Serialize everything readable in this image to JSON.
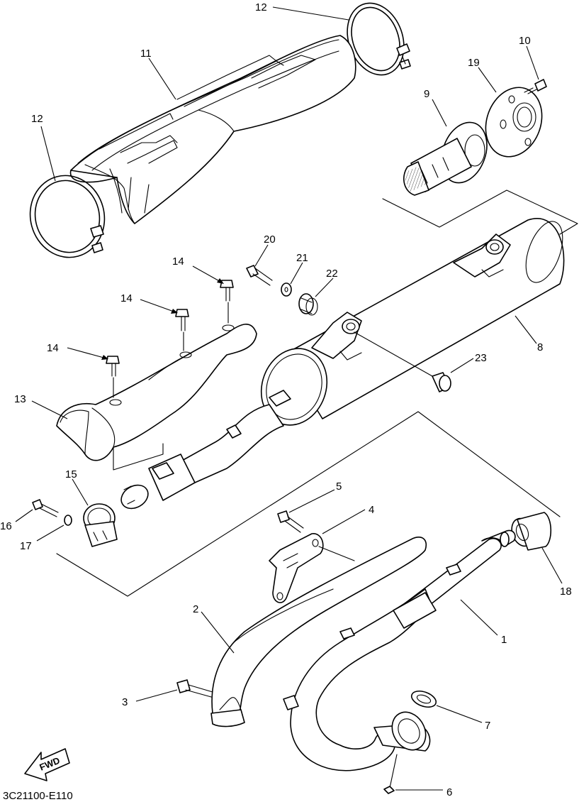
{
  "diagram": {
    "drawing_code": "3C21100-E110",
    "direction_marker": "FWD",
    "callouts": [
      {
        "id": "c12a",
        "label": "12",
        "part": "band"
      },
      {
        "id": "c11",
        "label": "11",
        "part": "protector"
      },
      {
        "id": "c12b",
        "label": "12",
        "part": "band"
      },
      {
        "id": "c10",
        "label": "10",
        "part": "screw"
      },
      {
        "id": "c19",
        "label": "19",
        "part": "end-cap"
      },
      {
        "id": "c9",
        "label": "9",
        "part": "spark-arrester"
      },
      {
        "id": "c20",
        "label": "20",
        "part": "bolt"
      },
      {
        "id": "c21",
        "label": "21",
        "part": "washer"
      },
      {
        "id": "c22",
        "label": "22",
        "part": "damper"
      },
      {
        "id": "c14a",
        "label": "14",
        "part": "bolt"
      },
      {
        "id": "c14b",
        "label": "14",
        "part": "bolt"
      },
      {
        "id": "c14c",
        "label": "14",
        "part": "bolt"
      },
      {
        "id": "c8",
        "label": "8",
        "part": "muffler"
      },
      {
        "id": "c23",
        "label": "23",
        "part": "collar"
      },
      {
        "id": "c13",
        "label": "13",
        "part": "protector"
      },
      {
        "id": "c15",
        "label": "15",
        "part": "clamp"
      },
      {
        "id": "c16",
        "label": "16",
        "part": "bolt"
      },
      {
        "id": "c17",
        "label": "17",
        "part": "washer"
      },
      {
        "id": "c5",
        "label": "5",
        "part": "bolt"
      },
      {
        "id": "c4",
        "label": "4",
        "part": "bracket"
      },
      {
        "id": "c18",
        "label": "18",
        "part": "gasket"
      },
      {
        "id": "c2",
        "label": "2",
        "part": "protector"
      },
      {
        "id": "c1",
        "label": "1",
        "part": "exhaust-pipe"
      },
      {
        "id": "c3",
        "label": "3",
        "part": "bolt"
      },
      {
        "id": "c7",
        "label": "7",
        "part": "gasket"
      },
      {
        "id": "c6",
        "label": "6",
        "part": "nut"
      }
    ]
  }
}
